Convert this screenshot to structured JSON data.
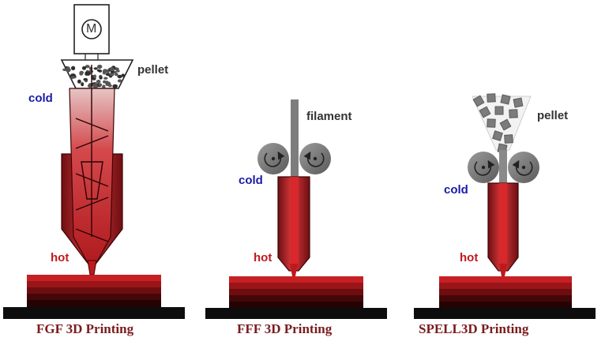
{
  "colors": {
    "hot": "#c0191d",
    "cold_text": "#1a1aa8",
    "caption": "#7a1c1e",
    "gray": "#7d7d7d",
    "base": "#0d0d0d"
  },
  "icons": {
    "motor": "motor-icon",
    "rollers": "rotation-arrow-icon"
  },
  "fgf": {
    "motor_symbol": "M",
    "pellet": "pellet",
    "cold": "cold",
    "hot": "hot",
    "caption": "FGF 3D Printing"
  },
  "fff": {
    "filament": "filament",
    "cold": "cold",
    "hot": "hot",
    "caption": "FFF 3D Printing"
  },
  "spell": {
    "pellet": "pellet",
    "cold": "cold",
    "hot": "hot",
    "caption": "SPELL3D Printing"
  }
}
